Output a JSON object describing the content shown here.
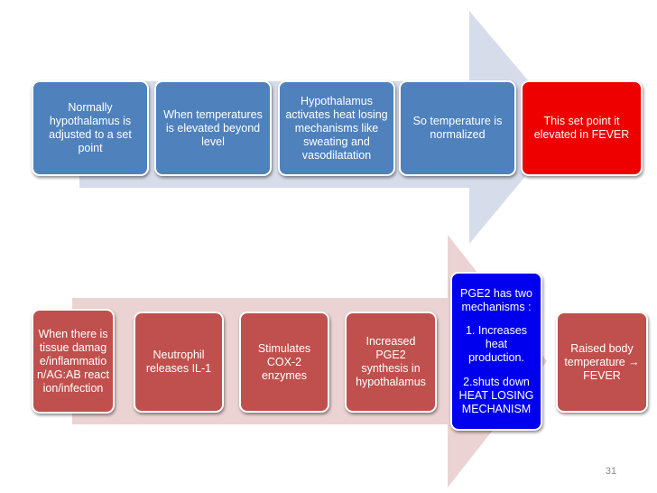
{
  "colors": {
    "top_arrow": "#d6dcea",
    "bottom_arrow": "#ecd3d3",
    "top_box": "#4f81bd",
    "top_box_highlight": "#ee0000",
    "bottom_box": "#c0504d",
    "bottom_box_highlight": "#0000ee"
  },
  "top_flow": {
    "steps": [
      {
        "text": "Normally hypothalamus is adjusted to a set point"
      },
      {
        "text": "When temperatures is elevated beyond level"
      },
      {
        "text": "Hypothalamus activates heat losing mechanisms like sweating and vasodilatation"
      },
      {
        "text": "So temperature  is normalized"
      },
      {
        "text": "This set point it elevated in FEVER"
      }
    ]
  },
  "bottom_flow": {
    "steps": [
      {
        "text": "When there is tissue damage/inflammation/AG:AB reaction/infection"
      },
      {
        "text": "Neutrophil releases IL-1"
      },
      {
        "text": "Stimulates COX-2 enzymes"
      },
      {
        "text": "Increased PGE2 synthesis in hypothalamus"
      },
      {
        "lines": [
          "PGE2  has two mechanisms :",
          "1. Increases heat production.",
          "2.shuts down HEAT LOSING MECHANISM"
        ]
      },
      {
        "text": "Raised body temperature → FEVER"
      }
    ]
  },
  "page_number": "31"
}
